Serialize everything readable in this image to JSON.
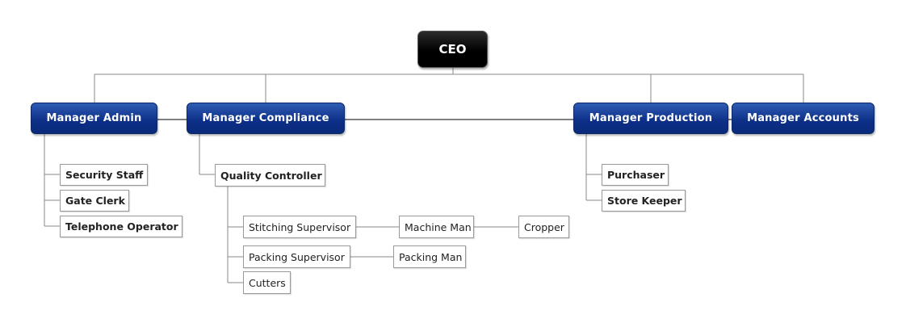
{
  "org_chart": {
    "ceo": "CEO",
    "managers": {
      "admin": "Manager Admin",
      "compliance": "Manager Compliance",
      "production": "Manager Production",
      "accounts": "Manager Accounts"
    },
    "admin_staff": [
      "Security Staff",
      "Gate Clerk",
      "Telephone Operator"
    ],
    "compliance_staff": {
      "quality_controller": "Quality Controller",
      "stitching_supervisor": "Stitching Supervisor",
      "machine_man": "Machine Man",
      "cropper": "Cropper",
      "packing_supervisor": "Packing Supervisor",
      "packing_man": "Packing Man",
      "cutters": "Cutters"
    },
    "production_staff": [
      "Purchaser",
      "Store Keeper"
    ]
  },
  "colors": {
    "ceo_fill": "#000000",
    "manager_fill": "#0c2e86",
    "connector": "#888888"
  }
}
